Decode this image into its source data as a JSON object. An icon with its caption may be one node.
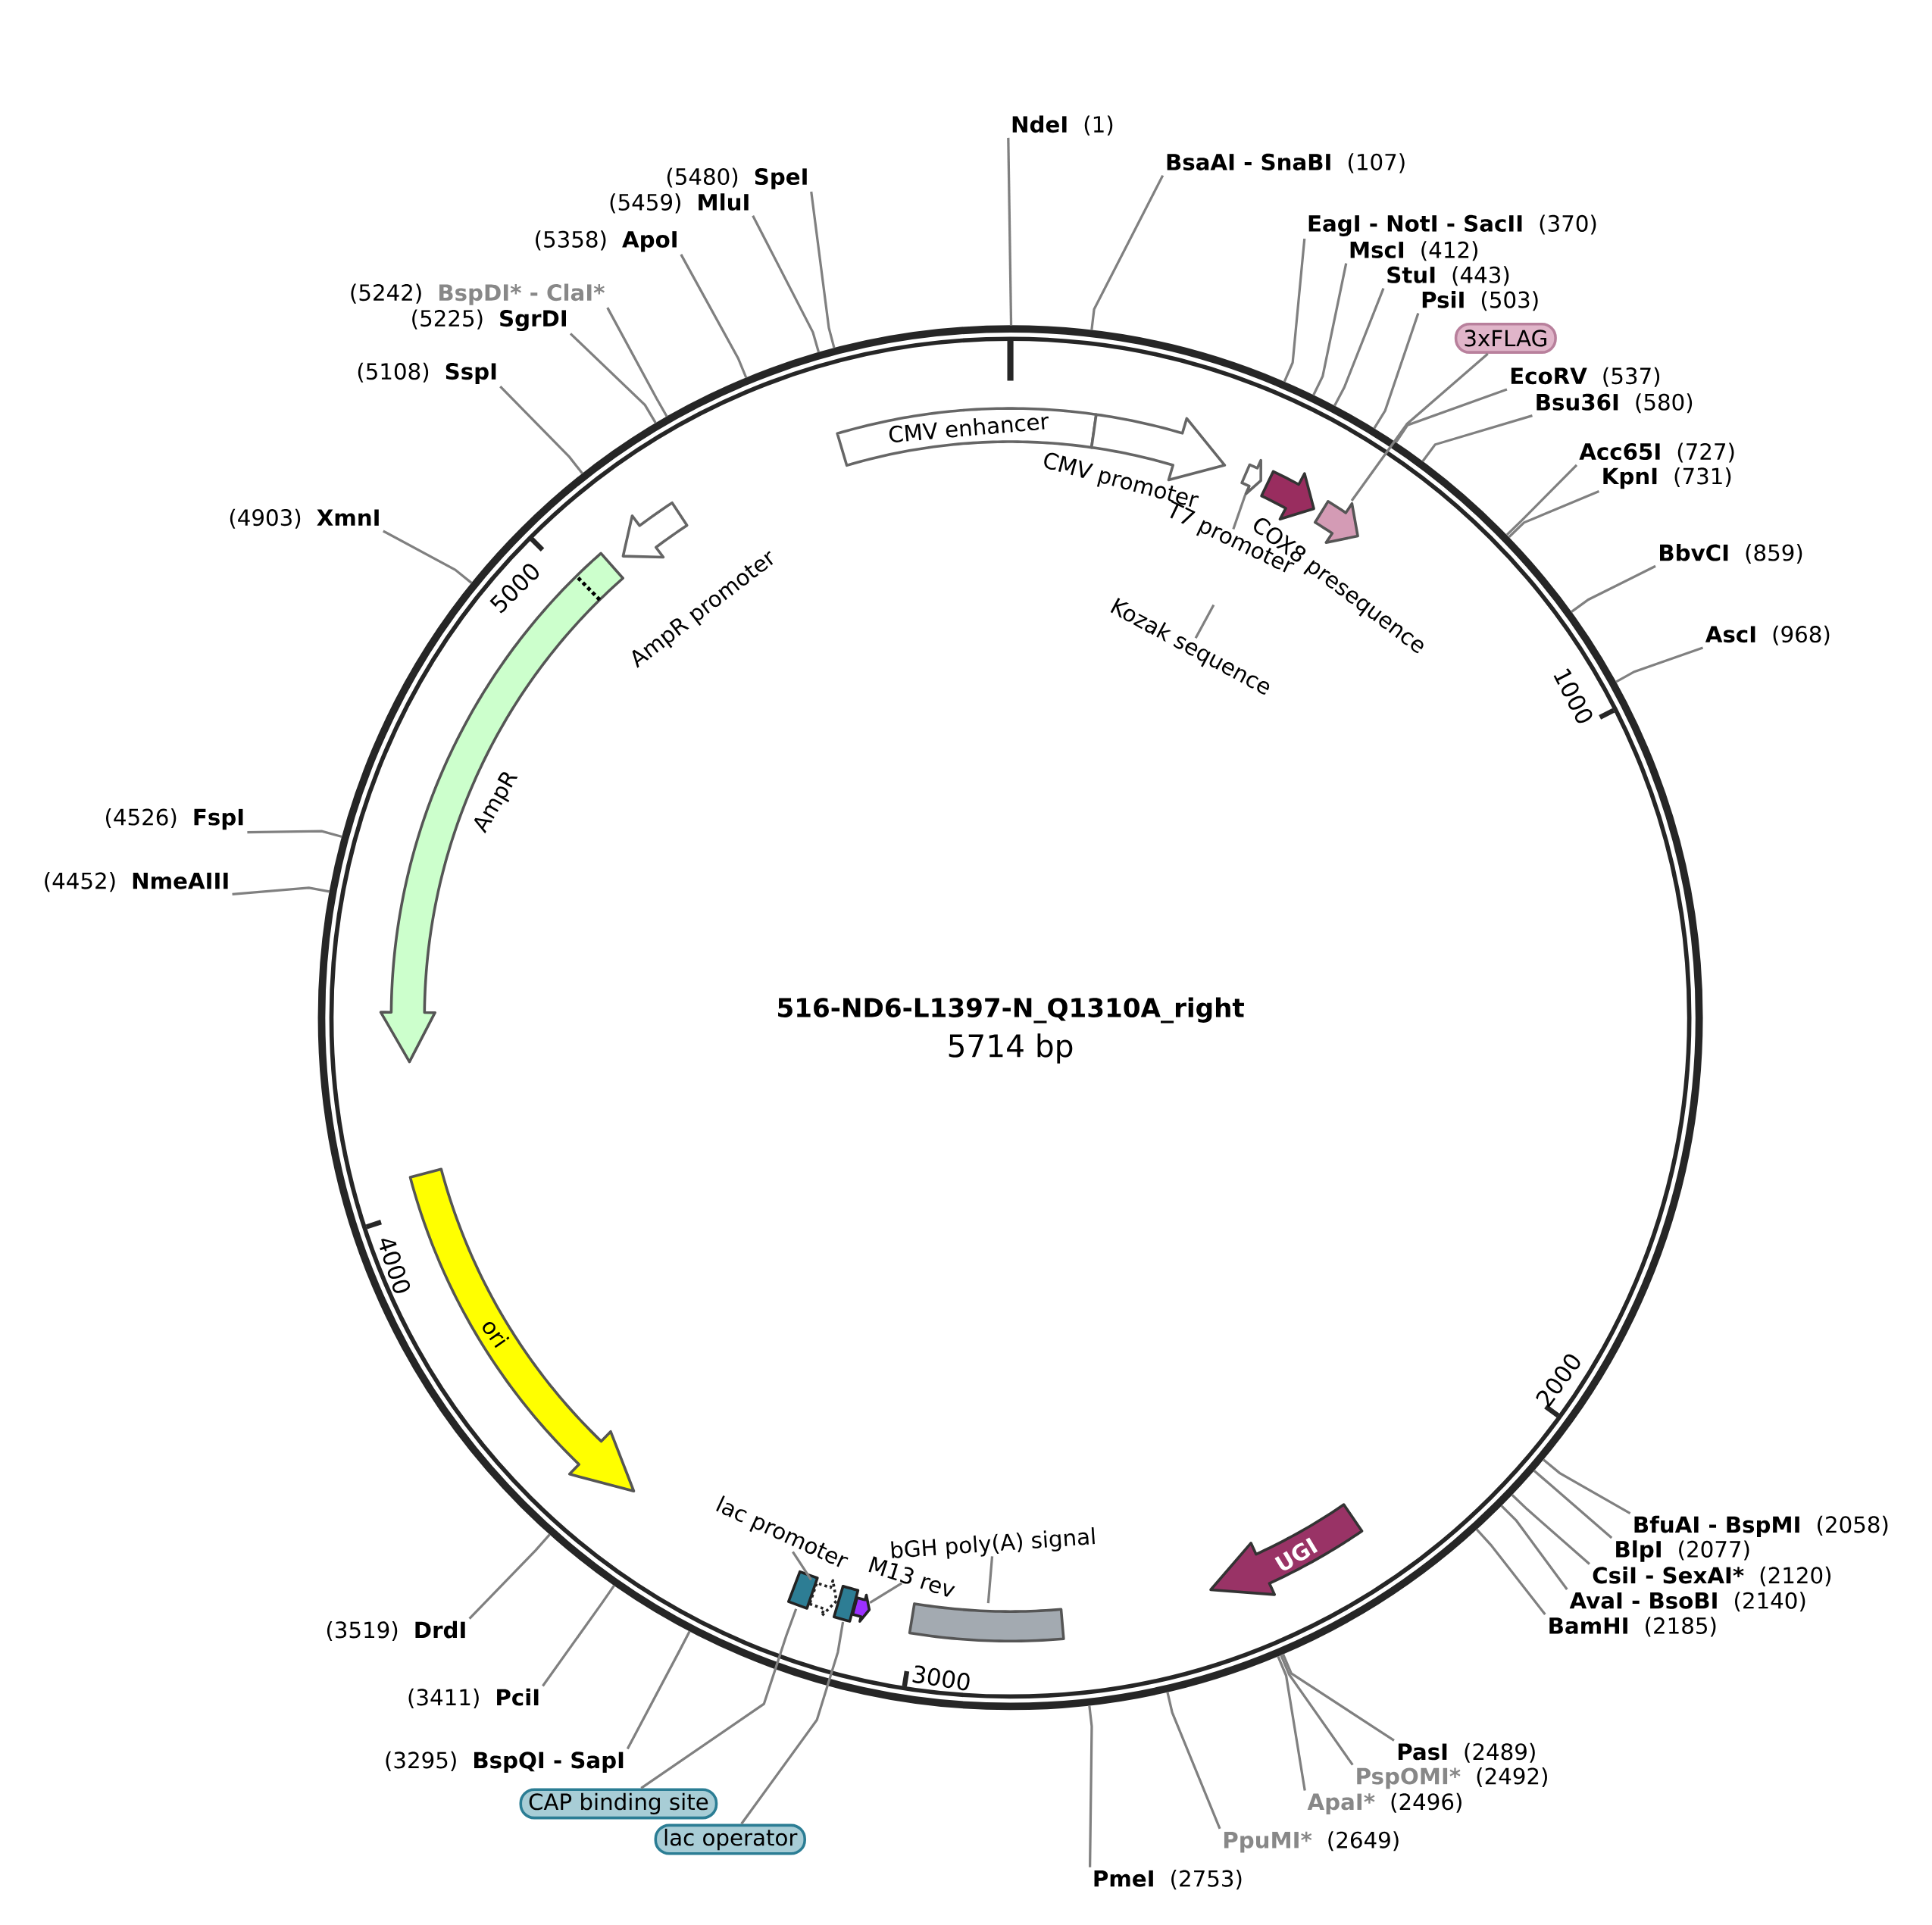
{
  "diagram": {
    "title": "516-ND6-L1397-N_Q1310A_right",
    "nodes": [
      {
        "text": [
          "NdeI",
          "(1)"
        ]
      },
      {
        "text": [
          "BsaAI - SnaBI",
          "(107)"
        ]
      },
      {
        "text": [
          "EagI - NotI - SacII",
          "(370)"
        ]
      },
      {
        "text": [
          "MscI",
          "(412)"
        ]
      },
      {
        "text": [
          "StuI",
          "(443)"
        ]
      },
      {
        "text": [
          "PsiI",
          "(503)"
        ]
      },
      {
        "text": [
          "EcoRV",
          "(537)"
        ]
      },
      {
        "text": [
          "Bsu36I",
          "(580)"
        ]
      },
      {
        "text": [
          "Acc65I",
          "(727)"
        ]
      },
      {
        "text": [
          "KpnI",
          "(731)"
        ]
      },
      {
        "text": [
          "BbvCI",
          "(859)"
        ]
      },
      {
        "text": [
          "AscI",
          "(968)"
        ]
      },
      {
        "text": [
          "BfuAI - BspMI",
          "(2058)"
        ]
      },
      {
        "text": [
          "BlpI",
          "(2077)"
        ]
      },
      {
        "text": [
          "CsiI - SexAI*",
          "(2120)"
        ]
      },
      {
        "text": [
          "AvaI - BsoBI",
          "(2140)"
        ]
      },
      {
        "text": [
          "BamHI",
          "(2185)"
        ]
      },
      {
        "text": [
          "PasI",
          "(2489)"
        ]
      },
      {
        "text": [
          "PspOMI*",
          "(2492)"
        ]
      },
      {
        "text": [
          "ApaI*",
          "(2496)"
        ]
      },
      {
        "text": [
          "PpuMI*",
          "(2649)"
        ]
      },
      {
        "text": [
          "PmeI",
          "(2753)"
        ]
      },
      {
        "text": [
          "(3295)",
          "BspQI - SapI"
        ]
      },
      {
        "text": [
          "(3411)",
          "PciI"
        ]
      },
      {
        "text": [
          "(3519)",
          "DrdI"
        ]
      },
      {
        "text": [
          "(4452)",
          "NmeAIII"
        ]
      },
      {
        "text": [
          "(4526)",
          "FspI"
        ]
      },
      {
        "text": [
          "(4903)",
          "XmnI"
        ]
      },
      {
        "text": [
          "(5108)",
          "SspI"
        ]
      },
      {
        "text": [
          "(5225)",
          "SgrDI"
        ]
      },
      {
        "text": [
          "(5242)",
          "BspDI* - ClaI*"
        ]
      },
      {
        "text": [
          "(5358)",
          "ApoI"
        ]
      },
      {
        "text": [
          "(5459)",
          "MluI"
        ]
      },
      {
        "text": [
          "(5480)",
          "SpeI"
        ]
      },
      {
        "text": [
          "CMV enhancer"
        ]
      },
      {
        "text": [
          "CMV promoter"
        ]
      },
      {
        "text": [],
        "shape": "arrow"
      },
      {
        "text": [
          "COX8 presequence"
        ]
      },
      {
        "text": [],
        "shape": "arrow"
      },
      {
        "text": [
          "UGI"
        ]
      },
      {
        "text": [],
        "shape": "box"
      },
      {
        "text": [],
        "shape": "arrow"
      },
      {
        "text": [],
        "shape": "box"
      },
      {
        "text": [],
        "shape": "arrow"
      },
      {
        "text": [],
        "shape": "box"
      },
      {
        "text": [
          "ori"
        ]
      },
      {
        "text": [
          "AmpR"
        ]
      },
      {
        "text": [
          "AmpR promoter"
        ]
      },
      {
        "text": [
          "3xFLAG"
        ]
      },
      {
        "text": [
          "T7 promoter"
        ]
      },
      {
        "text": [
          "Kozak sequence"
        ]
      },
      {
        "text": [
          "bGH poly(A) signal"
        ]
      },
      {
        "text": [
          "M13 rev"
        ]
      },
      {
        "text": [
          "lac promoter"
        ]
      },
      {
        "text": [
          "CAP binding site"
        ]
      },
      {
        "text": [
          "lac operator"
        ]
      }
    ],
    "edges": [
      {
        "from": 0,
        "to": null,
        "arrow": "none"
      },
      {
        "from": 1,
        "to": null,
        "arrow": "none"
      },
      {
        "from": 2,
        "to": null,
        "arrow": "none"
      },
      {
        "from": 3,
        "to": null,
        "arrow": "none"
      },
      {
        "from": 4,
        "to": null,
        "arrow": "none"
      },
      {
        "from": 5,
        "to": null,
        "arrow": "none"
      },
      {
        "from": 6,
        "to": null,
        "arrow": "none"
      },
      {
        "from": 7,
        "to": null,
        "arrow": "none"
      },
      {
        "from": 8,
        "to": null,
        "arrow": "none"
      },
      {
        "from": 9,
        "to": null,
        "arrow": "none"
      },
      {
        "from": 10,
        "to": null,
        "arrow": "none"
      },
      {
        "from": 11,
        "to": null,
        "arrow": "none"
      },
      {
        "from": 12,
        "to": null,
        "arrow": "none"
      },
      {
        "from": 13,
        "to": null,
        "arrow": "none"
      },
      {
        "from": 14,
        "to": null,
        "arrow": "none"
      },
      {
        "from": 15,
        "to": null,
        "arrow": "none"
      },
      {
        "from": 16,
        "to": null,
        "arrow": "none"
      },
      {
        "from": 17,
        "to": null,
        "arrow": "none"
      },
      {
        "from": 18,
        "to": null,
        "arrow": "none"
      },
      {
        "from": 19,
        "to": null,
        "arrow": "none"
      },
      {
        "from": 20,
        "to": null,
        "arrow": "none"
      },
      {
        "from": 21,
        "to": null,
        "arrow": "none"
      },
      {
        "from": 22,
        "to": null,
        "arrow": "none"
      },
      {
        "from": 23,
        "to": null,
        "arrow": "none"
      },
      {
        "from": 24,
        "to": null,
        "arrow": "none"
      },
      {
        "from": 25,
        "to": null,
        "arrow": "none"
      },
      {
        "from": 26,
        "to": null,
        "arrow": "none"
      },
      {
        "from": 27,
        "to": null,
        "arrow": "none"
      },
      {
        "from": 28,
        "to": null,
        "arrow": "none"
      },
      {
        "from": 29,
        "to": null,
        "arrow": "none"
      },
      {
        "from": 30,
        "to": null,
        "arrow": "none"
      },
      {
        "from": 31,
        "to": null,
        "arrow": "none"
      },
      {
        "from": 32,
        "to": null,
        "arrow": "none"
      },
      {
        "from": 33,
        "to": null,
        "arrow": "none"
      },
      {
        "from": 48,
        "to": 38,
        "arrow": "none"
      },
      {
        "from": 49,
        "to": 36,
        "arrow": "none"
      },
      {
        "from": 50,
        "to": null,
        "arrow": "none"
      },
      {
        "from": 51,
        "to": 40,
        "arrow": "none"
      },
      {
        "from": 52,
        "to": 41,
        "arrow": "none"
      },
      {
        "from": 53,
        "to": 43,
        "arrow": "none"
      },
      {
        "from": 54,
        "to": 44,
        "arrow": "none"
      },
      {
        "from": 55,
        "to": 42,
        "arrow": "none"
      }
    ],
    "labels": [
      "5714 bp",
      "1000",
      "2000",
      "3000",
      "4000",
      "5000"
    ]
  }
}
